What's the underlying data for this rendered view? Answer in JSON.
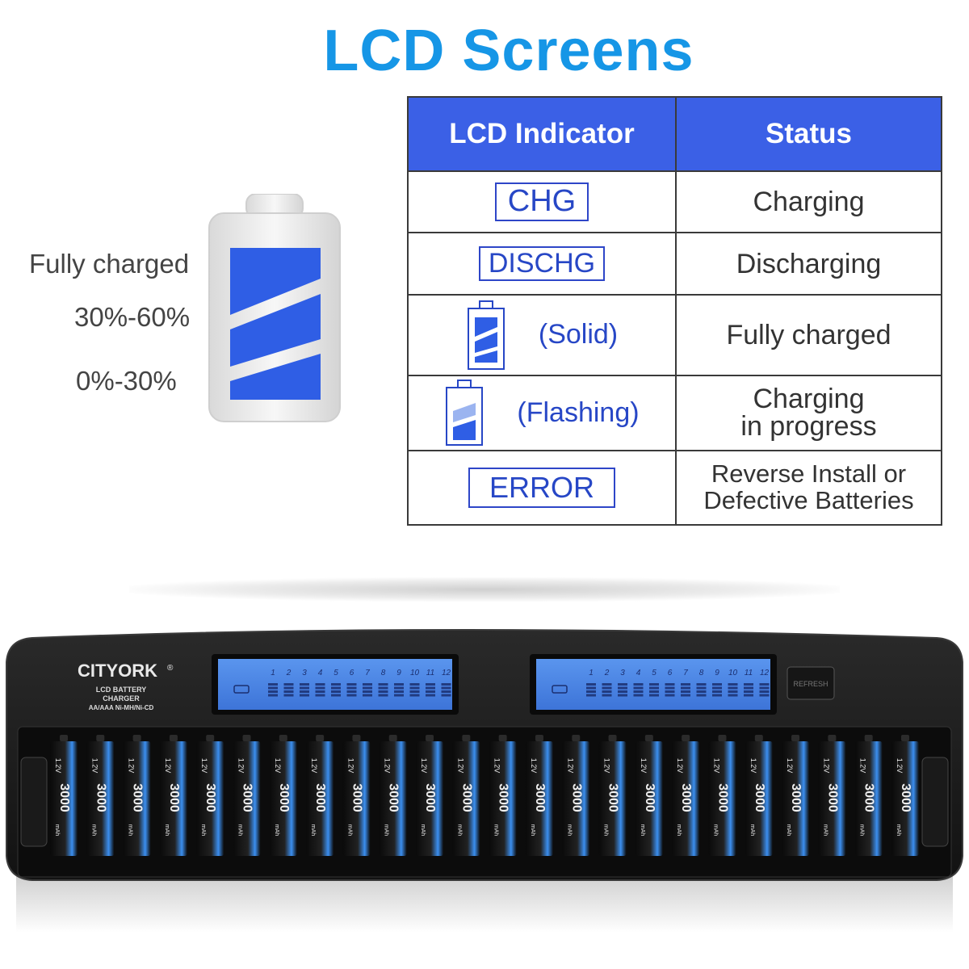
{
  "page": {
    "title": "LCD Screens"
  },
  "legend": {
    "full": "Fully charged",
    "mid": "30%-60%",
    "low": "0%-30%"
  },
  "table": {
    "headers": [
      "LCD Indicator",
      "Status"
    ],
    "rows": [
      {
        "indicator": "CHG",
        "status": "Charging"
      },
      {
        "indicator": "DISCHG",
        "status": "Discharging"
      },
      {
        "indicator": "(Solid)",
        "status": "Fully charged"
      },
      {
        "indicator": "(Flashing)",
        "status_line1": "Charging",
        "status_line2": "in progress"
      },
      {
        "indicator": "ERROR",
        "status_line1": "Reverse Install or",
        "status_line2": "Defective Batteries"
      }
    ]
  },
  "charger": {
    "brand": "CITYORK",
    "brand_mark": "®",
    "subtitle_1": "LCD BATTERY",
    "subtitle_2": "CHARGER",
    "subtitle_3": "AA/AAA Ni-MH/Ni-CD",
    "button_label": "REFRESH",
    "slot_numbers": [
      "1",
      "2",
      "3",
      "4",
      "5",
      "6",
      "7",
      "8",
      "9",
      "10",
      "11",
      "12"
    ],
    "battery_voltage": "1.2V",
    "battery_capacity": "3000",
    "battery_unit": "mAh",
    "battery_count": 24
  },
  "colors": {
    "title": "#1696e6",
    "header_blue": "#3b60e6",
    "indicator_blue": "#2747c6",
    "lcd_blue": "#4a86e8"
  }
}
